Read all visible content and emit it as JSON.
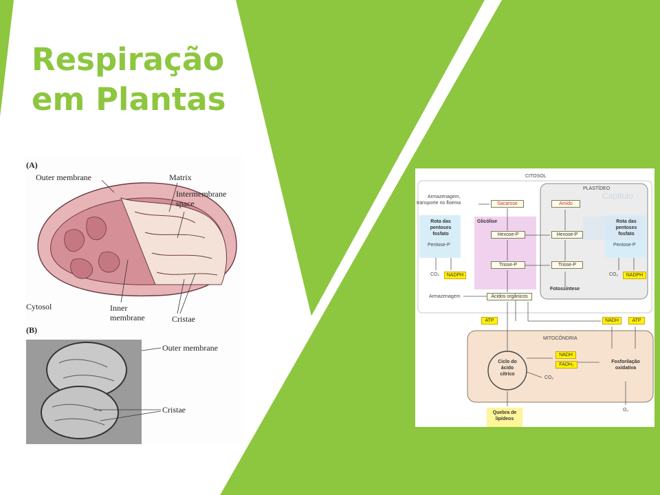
{
  "title": {
    "line1": "Respiração",
    "line2": "em Plantas"
  },
  "colors": {
    "accent": "#8dc63f",
    "white": "#ffffff"
  },
  "figure_mito": {
    "panel_a": "(A)",
    "panel_b": "(B)",
    "outer_membrane": "Outer membrane",
    "matrix": "Matrix",
    "intermembrane_1": "Intermembrane",
    "intermembrane_2": "space",
    "cytosol": "Cytosol",
    "inner_membrane_1": "Inner",
    "inner_membrane_2": "membrane",
    "cristae": "Cristae",
    "em_outer_membrane": "Outer membrane",
    "em_cristae": "Cristae"
  },
  "pathway": {
    "citosol": "CITOSOL",
    "plastideo": "PLASTÍDEO",
    "capitulo": "Capítulo",
    "armazenagem_1": "Armazenagem,",
    "armazenagem_2": "transporte no floema",
    "sacarose": "Sacarose",
    "amido": "Amido",
    "rota_left_1": "Rota das",
    "rota_left_2": "pentoses",
    "rota_left_3": "fosfato",
    "glicolise": "Glicólise",
    "rota_right_1": "Rota das",
    "rota_right_2": "pentoses",
    "rota_right_3": "fosfato",
    "hexose_p_1": "Hexose-P",
    "hexose_p_2": "Hexose-P",
    "pentose_p_1": "Pentose-P",
    "pentose_p_2": "Pentose-P",
    "triose_p_1": "Triose-P",
    "triose_p_2": "Triose-P",
    "co2_1": "CO₂",
    "nadph_1": "NADPH",
    "co2_2": "CO₂",
    "nadph_2": "NADPH",
    "fotossintese": "Fotossíntese",
    "armazenagem_3": "Armazenagem",
    "acidos": "Ácidos orgânicos",
    "atp_1": "ATP",
    "nadh_1": "NADH",
    "atp_2": "ATP",
    "mitocondria": "MITOCÔNDRIA",
    "ciclo_1": "Ciclo do",
    "ciclo_2": "ácido",
    "ciclo_3": "cítrico",
    "nadh_2": "NADH",
    "fadh2": "FADH₂",
    "fosf_1": "Fosforilação",
    "fosf_2": "oxidativa",
    "co2_3": "CO₂",
    "quebra_1": "Quebra de",
    "quebra_2": "lipídeos",
    "o2": "O₂"
  }
}
